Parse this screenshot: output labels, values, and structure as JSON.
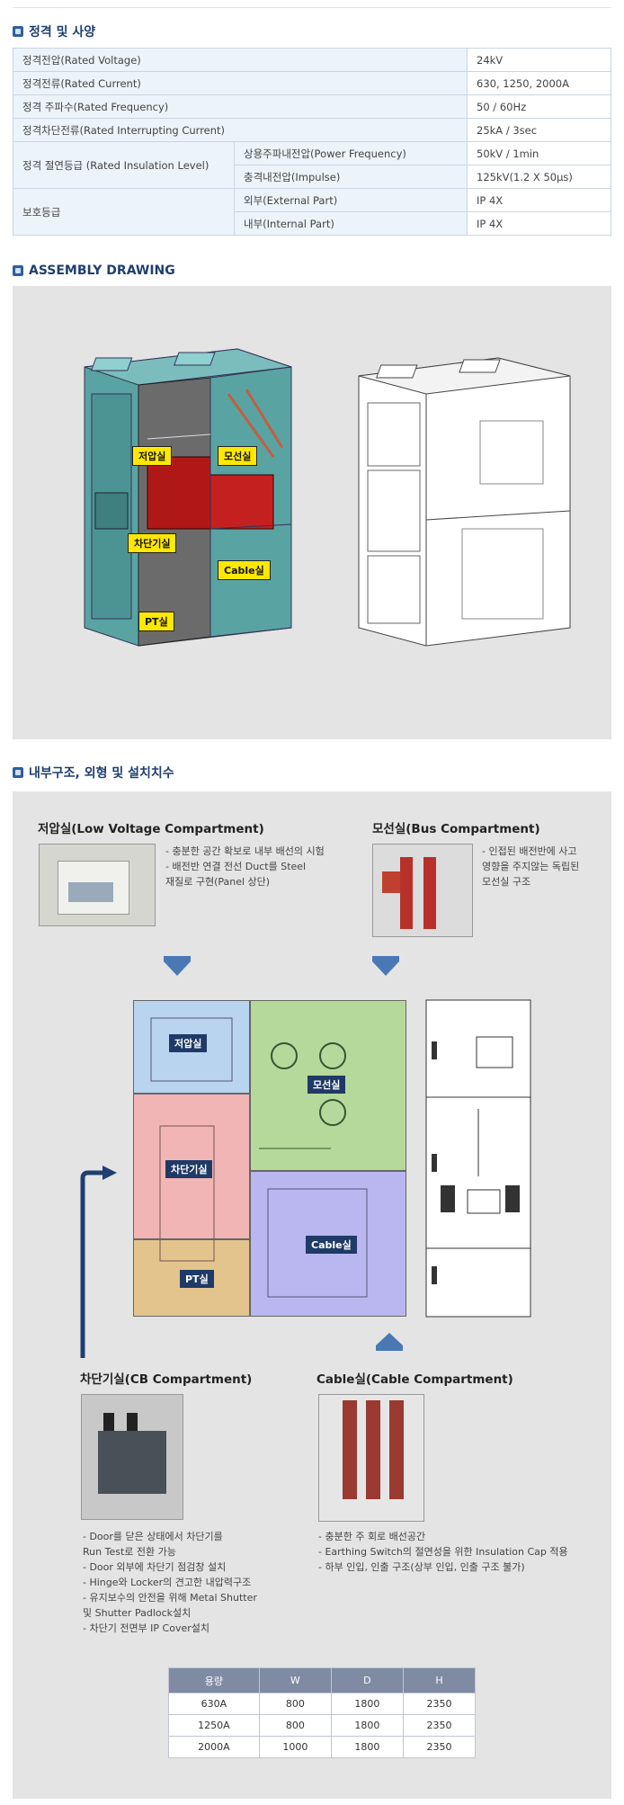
{
  "sections": {
    "spec_title": "정격 및 사양",
    "assembly_title": "ASSEMBLY DRAWING",
    "internal_title": "내부구조, 외형 및 설치치수"
  },
  "spec_rows": [
    {
      "label": "정격전압(Rated Voltage)",
      "value": "24kV"
    },
    {
      "label": "정격전류(Rated Current)",
      "value": "630, 1250, 2000A"
    },
    {
      "label": "정격 주파수(Rated  Frequency)",
      "value": "50 / 60Hz"
    },
    {
      "label": "정격차단전류(Rated Interrupting Current)",
      "value": "25kA / 3sec"
    }
  ],
  "insulation": {
    "label": "정격 절연등급 (Rated Insulation Level)",
    "sub1": "상용주파내전압(Power Frequency)",
    "val1": "50kV / 1min",
    "sub2": "충격내전압(Impulse)",
    "val2": "125kV(1.2 X 50μs)"
  },
  "protection": {
    "label": "보호등급",
    "sub1": "외부(External Part)",
    "val1": "IP 4X",
    "sub2": "내부(Internal Part)",
    "val2": "IP 4X"
  },
  "assembly_tags": {
    "low_voltage": "저압실",
    "bus": "모선실",
    "cb": "차단기실",
    "cable": "Cable실",
    "pt": "PT실"
  },
  "compartments": {
    "low_voltage": {
      "title": "저압실(Low Voltage Compartment)",
      "desc": "- 충분한 공간 확보로 내부 배선의 시험\n- 배전반 연결 전선 Duct를 Steel\n  재질로 구현(Panel 상단)"
    },
    "bus": {
      "title": "모선실(Bus Compartment)",
      "desc": "- 인접된 배전반에 사고\n  영향을 주지않는 독립된\n  모선실 구조"
    },
    "cb": {
      "title": "차단기실(CB Compartment)",
      "desc": "- Door를 닫은 상태에서 차단기를\n  Run Test로 전환 가능\n- Door 외부에 차단기 점검창 설치\n- Hinge와 Locker의 견고한 내압력구조\n- 유지보수의 안전을 위해 Metal Shutter\n  및 Shutter Padlock설치\n- 차단기 전면부 IP Cover설치"
    },
    "cable": {
      "title": "Cable실(Cable Compartment)",
      "desc": "- 충분한 주 회로 배선공간\n- Earthing Switch의 절연성을 위한 Insulation Cap 적용\n- 하부 인입, 인출 구조(상부 인입, 인출 구조 불가)"
    }
  },
  "diagram_tags": {
    "low_voltage": "저압실",
    "bus": "모선실",
    "cb": "차단기실",
    "cable": "Cable실",
    "pt": "PT실"
  },
  "dimensions": {
    "headers": [
      "용량",
      "W",
      "D",
      "H"
    ],
    "rows": [
      [
        "630A",
        "800",
        "1800",
        "2350"
      ],
      [
        "1250A",
        "800",
        "1800",
        "2350"
      ],
      [
        "2000A",
        "1000",
        "1800",
        "2350"
      ]
    ]
  },
  "colors": {
    "title_navy": "#1f3f70",
    "table_label_bg": "#edf3fa",
    "gray_panel": "#e4e4e4",
    "cabinet_teal": "#4a9a9a",
    "zone_blue": "#b8d4ee",
    "zone_green": "#b5d99a",
    "zone_red": "#f2b5b5",
    "zone_tan": "#e3c48d",
    "zone_purple": "#b9b6f0",
    "tag_yellow": "#ffe800"
  }
}
